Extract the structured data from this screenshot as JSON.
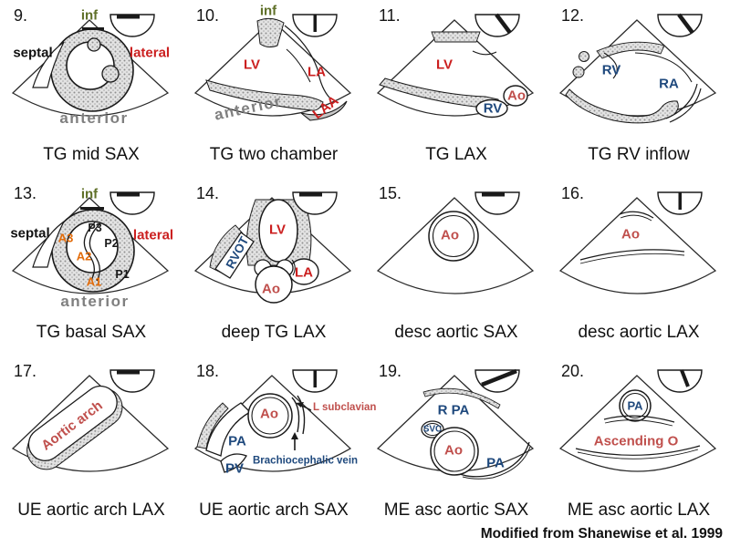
{
  "figure": {
    "attribution": "Modified from Shanewise et al. 1999",
    "background": "#ffffff"
  },
  "colors": {
    "label_red": "#cb1f1f",
    "label_dark_red": "#c0504d",
    "label_blue": "#1f497d",
    "label_olive": "#5f7028",
    "label_orange": "#e36c0a",
    "label_gray": "#7f7f7f",
    "ink": "#1a1a1a"
  },
  "panels": [
    {
      "number": "9.",
      "caption": "TG mid SAX",
      "probe_marker": "horizontal-bar",
      "labels": {
        "inf": "inf",
        "septal": "septal",
        "lateral": "lateral",
        "anterior": "anterior"
      }
    },
    {
      "number": "10.",
      "caption": "TG two chamber",
      "probe_marker": "vertical-line",
      "labels": {
        "inf": "inf",
        "lv": "LV",
        "la": "LA",
        "laa": "LAA",
        "anterior": "anterior"
      }
    },
    {
      "number": "11.",
      "caption": "TG LAX",
      "probe_marker": "diagonal-line-down-right",
      "labels": {
        "lv": "LV",
        "ao": "Ao",
        "rv": "RV"
      }
    },
    {
      "number": "12.",
      "caption": "TG RV inflow",
      "probe_marker": "diagonal-line-down-right",
      "labels": {
        "rv": "RV",
        "ra": "RA"
      }
    },
    {
      "number": "13.",
      "caption": "TG basal SAX",
      "probe_marker": "horizontal-bar",
      "labels": {
        "inf": "inf",
        "septal": "septal",
        "lateral": "lateral",
        "anterior": "anterior",
        "a1": "A1",
        "a2": "A2",
        "a3": "A3",
        "p1": "P1",
        "p2": "P2",
        "p3": "P3"
      }
    },
    {
      "number": "14.",
      "caption": "deep TG LAX",
      "probe_marker": "horizontal-bar",
      "labels": {
        "lv": "LV",
        "rvot": "RVOT",
        "la": "LA",
        "ao": "Ao"
      }
    },
    {
      "number": "15.",
      "caption": "desc aortic SAX",
      "probe_marker": "horizontal-bar",
      "labels": {
        "ao": "Ao"
      }
    },
    {
      "number": "16.",
      "caption": "desc aortic LAX",
      "probe_marker": "vertical-line",
      "labels": {
        "ao": "Ao"
      }
    },
    {
      "number": "17.",
      "caption": "UE aortic arch LAX",
      "probe_marker": "horizontal-bar",
      "labels": {
        "aortic_arch": "Aortic arch"
      }
    },
    {
      "number": "18.",
      "caption": "UE aortic arch SAX",
      "probe_marker": "vertical-line",
      "labels": {
        "ao": "Ao",
        "pa": "PA",
        "pv": "PV",
        "l_subclavian": "L subclavian",
        "brachiocephalic_vein": "Brachiocephalic vein"
      }
    },
    {
      "number": "19.",
      "caption": "ME asc aortic SAX",
      "probe_marker": "diagonal-line-up-right",
      "labels": {
        "rpa": "R PA",
        "svc": "SVC",
        "ao": "Ao",
        "pa": "PA"
      }
    },
    {
      "number": "20.",
      "caption": "ME asc aortic LAX",
      "probe_marker": "near-vertical-line",
      "labels": {
        "pa": "PA",
        "ascending_ao": "Ascending O"
      }
    }
  ]
}
